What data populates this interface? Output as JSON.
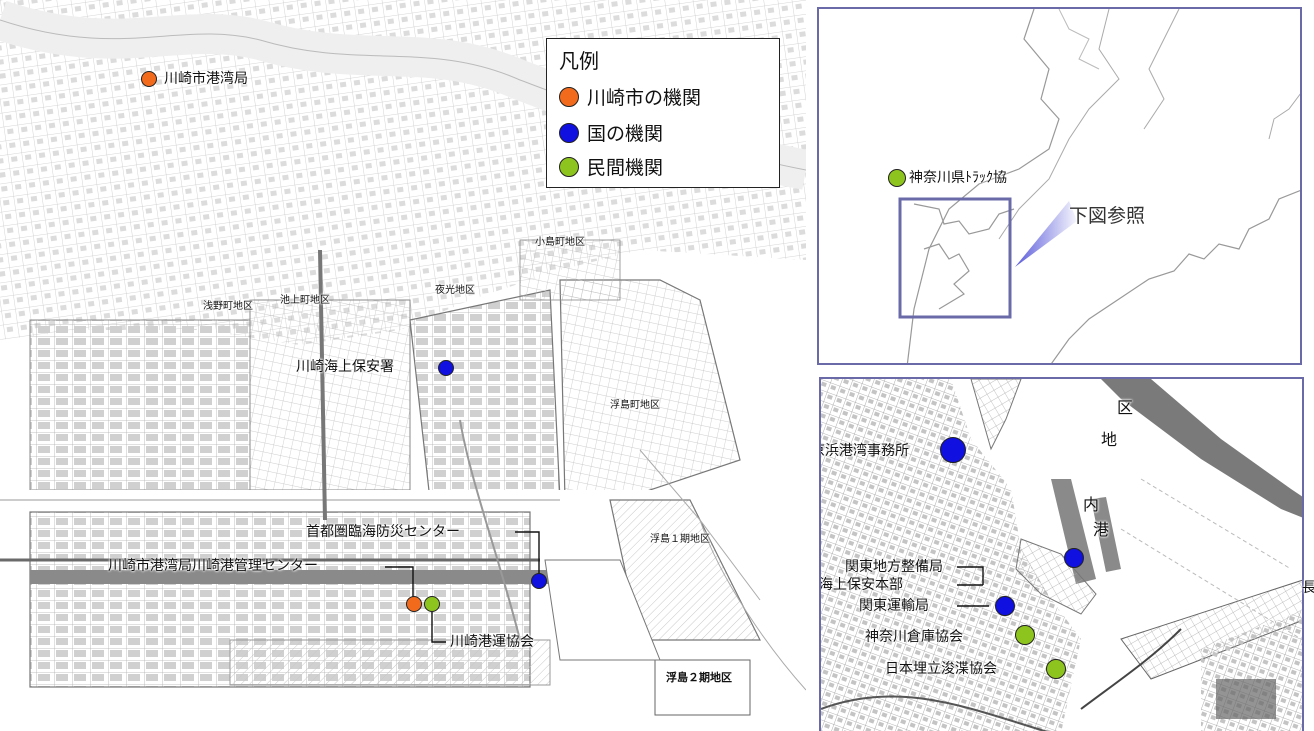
{
  "colors": {
    "city": "#f26b1d",
    "national": "#1010e0",
    "private": "#8ec41e",
    "frame": "#6a6aa8",
    "ref_text": "#333333"
  },
  "legend": {
    "title": "凡例",
    "items": [
      {
        "label": "川崎市の機関",
        "category": "city"
      },
      {
        "label": "国の機関",
        "category": "national"
      },
      {
        "label": "民間機関",
        "category": "private"
      }
    ]
  },
  "main_map": {
    "markers": {
      "kawasaki_port_bureau": {
        "label": "川崎市港湾局",
        "category": "city"
      },
      "kawasaki_coast_guard": {
        "label": "川崎海上保安署",
        "category": "national"
      },
      "metro_disaster_center": {
        "label": "首都圏臨海防災センター",
        "category": "national"
      },
      "port_management_center": {
        "label": "川崎市港湾局川崎港管理センター",
        "category": "city"
      },
      "port_transport_assoc": {
        "label": "川崎港運協会",
        "category": "private"
      }
    },
    "district_labels": [
      "小島町地区",
      "浅野町地区",
      "池上町地区",
      "夜光地区",
      "浮島町地区",
      "浮島１期地区",
      "浮島２期地区"
    ]
  },
  "overview_map": {
    "marker_label": "神奈川県ﾄﾗｯｸ協",
    "marker_category": "private",
    "reference_text": "下図参照"
  },
  "detail_map": {
    "markers": {
      "keihin_port_office": {
        "label": "京浜港湾事務所",
        "category": "national"
      },
      "kanto_regional_bureau": {
        "label": "関東地方整備局",
        "category": "national"
      },
      "coast_guard_hq_3": {
        "label": "第三管区海上保安本部",
        "category": "national"
      },
      "kanto_transport_bureau": {
        "label": "関東運輸局",
        "category": "national"
      },
      "kanagawa_warehouse_assoc": {
        "label": "神奈川倉庫協会",
        "category": "private"
      },
      "japan_dredging_assoc": {
        "label": "日本埋立浚渫協会",
        "category": "private"
      }
    },
    "edge_text": "長",
    "area_labels": [
      "港",
      "内",
      "地",
      "区"
    ]
  }
}
